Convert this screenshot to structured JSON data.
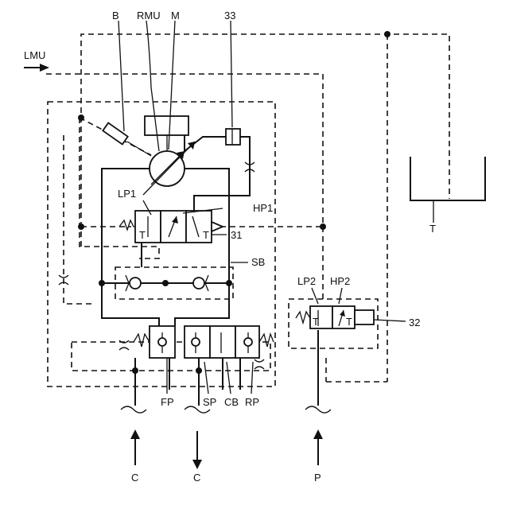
{
  "labels": {
    "b": "B",
    "rmu": "RMU",
    "m": "M",
    "n33": "33",
    "lmu": "LMU",
    "lp1": "LP1",
    "hp1": "HP1",
    "n31": "31",
    "sb": "SB",
    "lp2": "LP2",
    "hp2": "HP2",
    "n32": "32",
    "t": "T",
    "fp": "FP",
    "sp": "SP",
    "cb": "CB",
    "rp": "RP",
    "c_left": "C",
    "c_right": "C",
    "p": "P"
  },
  "valve_letters": {
    "t": "T"
  }
}
